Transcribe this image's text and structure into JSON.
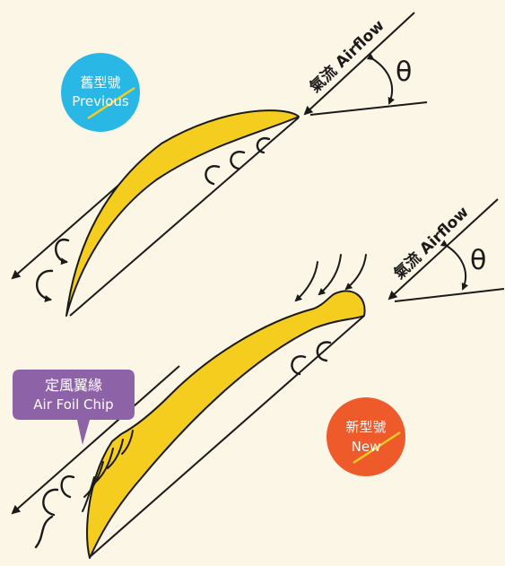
{
  "previous_badge": {
    "line1": "舊型號",
    "line2": "Previous",
    "color": "#29b8e5"
  },
  "new_badge": {
    "line1": "新型號",
    "line2": "New",
    "color": "#ee5a2a"
  },
  "airflow_label_top": "氣流 Airflow",
  "airflow_label_bottom": "氣流 Airflow",
  "angle_symbol_top": "θ",
  "angle_symbol_bottom": "θ",
  "callout": {
    "line1": "定風翼緣",
    "line2": "Air Foil Chip",
    "color": "#8e62a6"
  },
  "colors": {
    "blade": "#f5cd1f",
    "stroke": "#1a1a1a",
    "slash": "#f5cd1f",
    "background": "#fbf6e6"
  }
}
